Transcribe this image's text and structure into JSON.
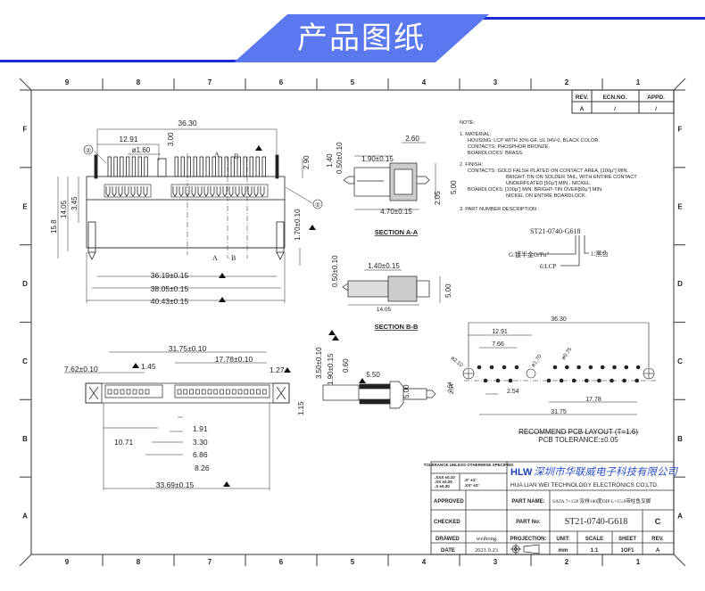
{
  "banner": {
    "title": "产品图纸",
    "accent": "#1a2bd8",
    "fill": "#5b78ee"
  },
  "frame": {
    "columns": [
      "9",
      "8",
      "7",
      "6",
      "5",
      "4",
      "3",
      "2",
      "1"
    ],
    "rows": [
      "F",
      "E",
      "D",
      "C",
      "B",
      "A"
    ]
  },
  "revision_table": {
    "headers": [
      "REV.",
      "ECN.NO.",
      "APPD."
    ],
    "values": [
      "A",
      "/",
      "/"
    ]
  },
  "notes": {
    "title": "NOTE:",
    "lines": [
      "1. MATERIAL:",
      "HOUSING: LCP WITH 30% GF, UL 94V-0, BLACK COLOR.",
      "CONTACTS: PHOSPHOR BRONZE.",
      "BOARDLOCKS: BRASS.",
      "2. FINISH:",
      "CONTACTS:   GOLD FALSH PLATED ON CONTACT AREA,  [100μ\"] MIN.",
      "BRIGHT-TIN ON SOLDER TAIL, WITH ENTIRE CONTACT",
      "UNDERPLATED  [50μ\"] MIN.. NICKEL.",
      "BOARDLOCKS: [100μ\"] MIN. BRIGHT-TIN OVER[50μ\"] MIN.",
      "NICKEL ON ENTIRE BOARDLOCK.",
      "3. PART NUMBER DESCRIPTION :"
    ],
    "part_code": "ST21-0740-G618",
    "legend": [
      "G:镀半金G/Fu\"",
      "6:LCP",
      "1:黑色"
    ]
  },
  "front_view": {
    "dims": [
      "36.30",
      "12.91",
      "ø1.60",
      "3.00",
      "2.90",
      "15.8",
      "14.05",
      "3.45",
      "1.70±0.10",
      "36.19±0.15",
      "38.05±0.15",
      "40.43±0.15"
    ],
    "callouts": [
      "①",
      "②"
    ],
    "section_marks": [
      "A",
      "B",
      "A",
      "B"
    ]
  },
  "section_aa": {
    "title": "SECTION  A-A",
    "dims": [
      "1.40",
      "0.50±0.10",
      "2.60",
      "1.90±0.15",
      "5.00",
      "2.05",
      "4.70±0.15"
    ]
  },
  "section_bb": {
    "title": "SECTION  B-B",
    "dims": [
      "0.50±0.10",
      "1.40±0.15",
      "5.00",
      "14.05"
    ]
  },
  "side_view": {
    "dims": [
      "3.50±0.10",
      "1.90±0.15",
      "0.60",
      "5.50",
      "5.00",
      "2.54"
    ]
  },
  "bottom_view": {
    "dims": [
      "31.75±0.10",
      "17.78±0.10",
      "7.62±0.10",
      "1.45",
      "1.27",
      "1.15",
      "1.91",
      "3.30",
      "10.71",
      "6.86",
      "8.26",
      "33.69±0.15"
    ]
  },
  "pcb_layout": {
    "dims": [
      "36.30",
      "12.91",
      "7.66",
      "ø2.10",
      "ø1.70",
      "ø0.75",
      "2.54",
      "2.54",
      "17.78",
      "31.75"
    ],
    "title": "RECOMMEND  PCB  LAYOUT  (T=1.6)",
    "tolerance": "PCB  TOLERANCE:±0.05"
  },
  "title_block": {
    "tolerance_header": "TOLERANCE UNLESS OTHERWISE SPECIFIED",
    "tolerances": [
      ".XXX ±0.10",
      ".XX  ±0.20",
      ".X   ±0.30"
    ],
    "angles": [
      ".X°  ±1°",
      ".XX° ±2°"
    ],
    "logo": "HLW",
    "company_cn": "深圳市华联威电子科技有限公司",
    "company_en": "HUA LIAN WEI TECHNOLOGY ELECTRONICS CO;LTD.",
    "approved_label": "APPROVED",
    "checked_label": "CHECKED",
    "drawed_label": "DRAWED",
    "drawed_value": "weihong",
    "date_label": "DATE",
    "date_value": "2021.9.23",
    "part_name_label": "PART NAME:",
    "part_name_value": "SATA 7+15P 双排180度DIP L=15.8带柱鱼叉脚",
    "part_no_label": "PART No:",
    "part_no_value": "ST21-0740-G618",
    "rev_letter": "C",
    "projection_label": "PROJECTION:",
    "unit_label": "UNIT:",
    "unit_value": "mm",
    "scale_label": "SCALE",
    "scale_value": "1:1",
    "sheet_label": "SHEET",
    "sheet_value": "1OF1",
    "rev_label": "REV.",
    "rev_value": "A"
  }
}
